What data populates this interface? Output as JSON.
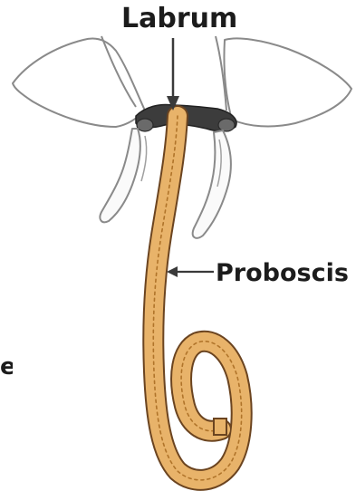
{
  "diagram": {
    "labels": {
      "labrum": "Labrum",
      "proboscis": "Proboscis",
      "cut_off_left": "e"
    },
    "colors": {
      "proboscis_fill": "#e8b36a",
      "proboscis_stripe": "#b0742a",
      "proboscis_outline": "#6b4420",
      "labrum_dark": "#3c3c3c",
      "head_fill": "#ffffff",
      "head_outline": "#8a8a8a",
      "palp_fill": "#fafafa",
      "arrow": "#3a3a3a"
    }
  }
}
